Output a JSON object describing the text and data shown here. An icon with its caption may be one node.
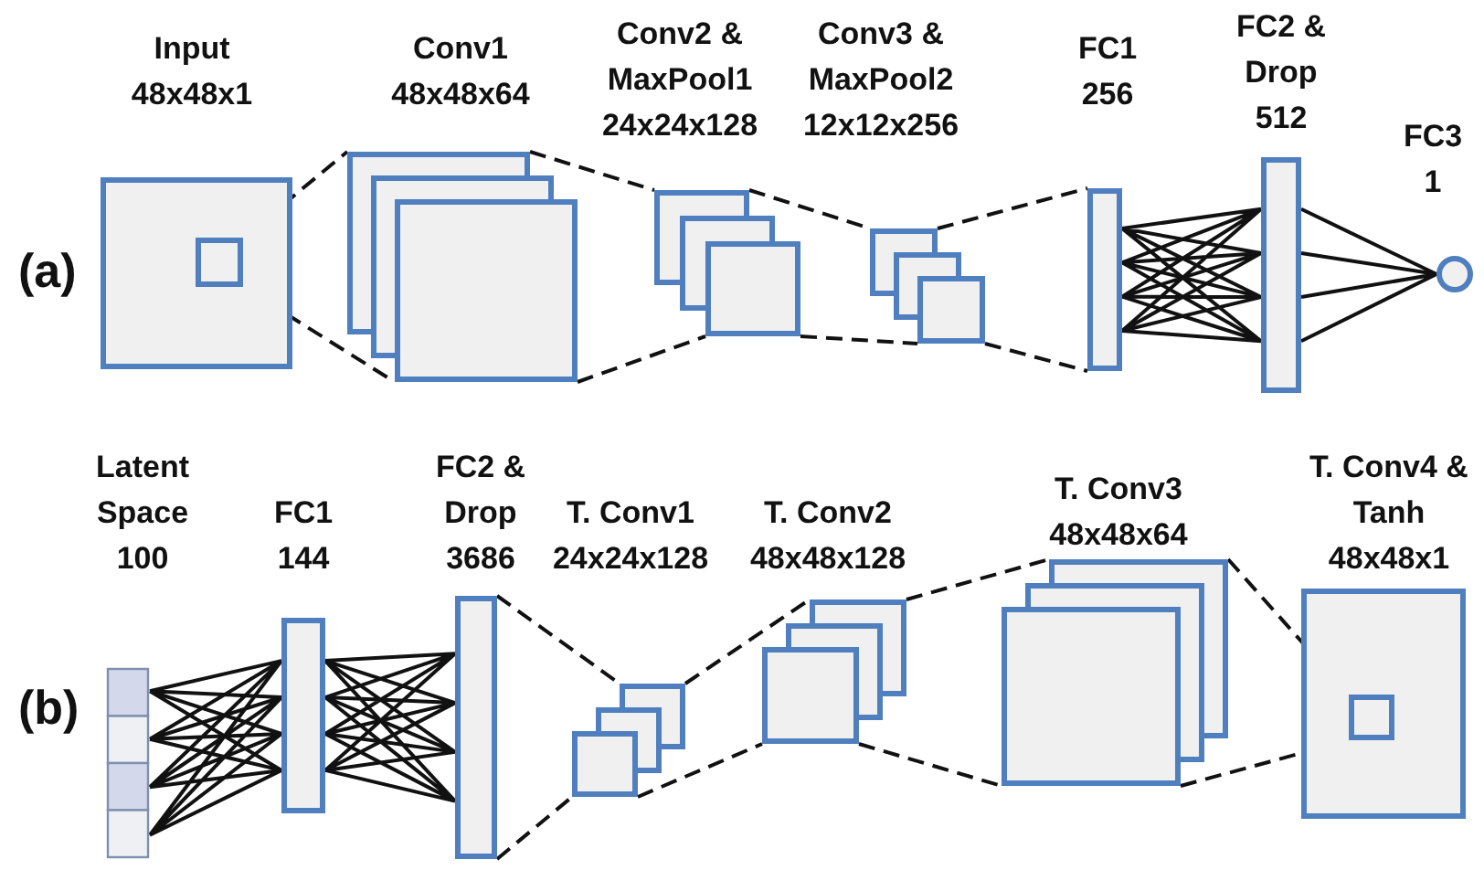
{
  "diagram": {
    "nodes": [
      {
        "text": [
          "Input 48x48x1"
        ]
      },
      {
        "text": [],
        "shape": "box",
        "in": 0
      },
      {
        "text": [
          "Conv1 48x48x64"
        ]
      },
      {
        "text": [
          "Conv2 & MaxPool1 24x24x128"
        ]
      },
      {
        "text": [
          "Conv3 & MaxPool2 12x12x256"
        ]
      },
      {
        "text": [
          "FC1 256"
        ]
      },
      {
        "text": [
          "FC2 & Drop 512"
        ]
      },
      {
        "text": [
          "FC3 1"
        ]
      },
      {
        "text": [
          "Latent Space 100"
        ]
      },
      {
        "text": [
          "FC1 144"
        ]
      },
      {
        "text": [
          "FC2 & Drop 3686"
        ]
      },
      {
        "text": [
          "T. Conv1 24x24x128"
        ]
      },
      {
        "text": [
          "T. Conv2 48x48x128"
        ]
      },
      {
        "text": [
          "T. Conv3 48x48x64"
        ]
      },
      {
        "text": [
          "T. Conv4 & Tanh 48x48x1"
        ]
      },
      {
        "text": [],
        "shape": "box",
        "in": 14
      }
    ],
    "edges": [
      {
        "from": 1,
        "to": 2,
        "arrow": "none",
        "style": "dashed"
      },
      {
        "from": 1,
        "to": 2,
        "arrow": "none",
        "style": "dashed"
      },
      {
        "from": 2,
        "to": 3,
        "arrow": "none",
        "style": "dashed"
      },
      {
        "from": 2,
        "to": 3,
        "arrow": "none",
        "style": "dashed"
      },
      {
        "from": 3,
        "to": 4,
        "arrow": "none",
        "style": "dashed"
      },
      {
        "from": 3,
        "to": 4,
        "arrow": "none",
        "style": "dashed"
      },
      {
        "from": 4,
        "to": 5,
        "arrow": "none",
        "style": "dashed"
      },
      {
        "from": 4,
        "to": 5,
        "arrow": "none",
        "style": "dashed"
      },
      {
        "from": 5,
        "to": 6,
        "arrow": "none"
      },
      {
        "from": 6,
        "to": 7,
        "arrow": "none"
      },
      {
        "from": 8,
        "to": 9,
        "arrow": "none"
      },
      {
        "from": 9,
        "to": 10,
        "arrow": "none"
      },
      {
        "from": 10,
        "to": 11,
        "arrow": "none",
        "style": "dashed"
      },
      {
        "from": 10,
        "to": 11,
        "arrow": "none",
        "style": "dashed"
      },
      {
        "from": 11,
        "to": 12,
        "arrow": "none",
        "style": "dashed"
      },
      {
        "from": 11,
        "to": 12,
        "arrow": "none",
        "style": "dashed"
      },
      {
        "from": 12,
        "to": 13,
        "arrow": "none",
        "style": "dashed"
      },
      {
        "from": 12,
        "to": 13,
        "arrow": "none",
        "style": "dashed"
      },
      {
        "from": 13,
        "to": 15,
        "arrow": "none",
        "style": "dashed"
      },
      {
        "from": 13,
        "to": 15,
        "arrow": "none",
        "style": "dashed"
      }
    ],
    "labels": [
      "(a)",
      "(b)"
    ]
  }
}
